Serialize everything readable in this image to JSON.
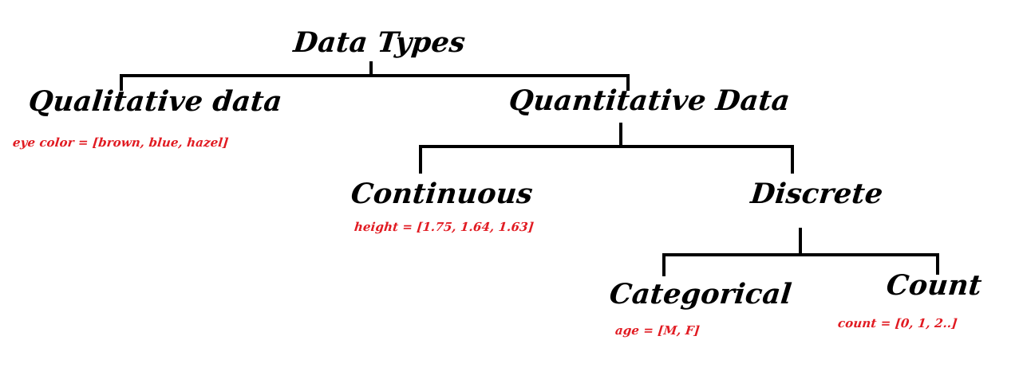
{
  "diagram": {
    "title": "Data Types",
    "colors": {
      "node_text": "#000000",
      "annotation_text": "#E11B22",
      "connector": "#000000",
      "background": "#FFFFFF"
    },
    "nodes": {
      "root": {
        "label": "Data Types"
      },
      "qualitative": {
        "label": "Qualitative data"
      },
      "quantitative": {
        "label": "Quantitative Data"
      },
      "continuous": {
        "label": "Continuous"
      },
      "discrete": {
        "label": "Discrete"
      },
      "categorical": {
        "label": "Categorical"
      },
      "count": {
        "label": "Count"
      }
    },
    "annotations": {
      "qualitative": "eye color = [brown, blue, hazel]",
      "continuous": "height = [1.75, 1.64, 1.63]",
      "categorical": "age = [M, F]",
      "count": "count = [0, 1, 2..]"
    }
  }
}
